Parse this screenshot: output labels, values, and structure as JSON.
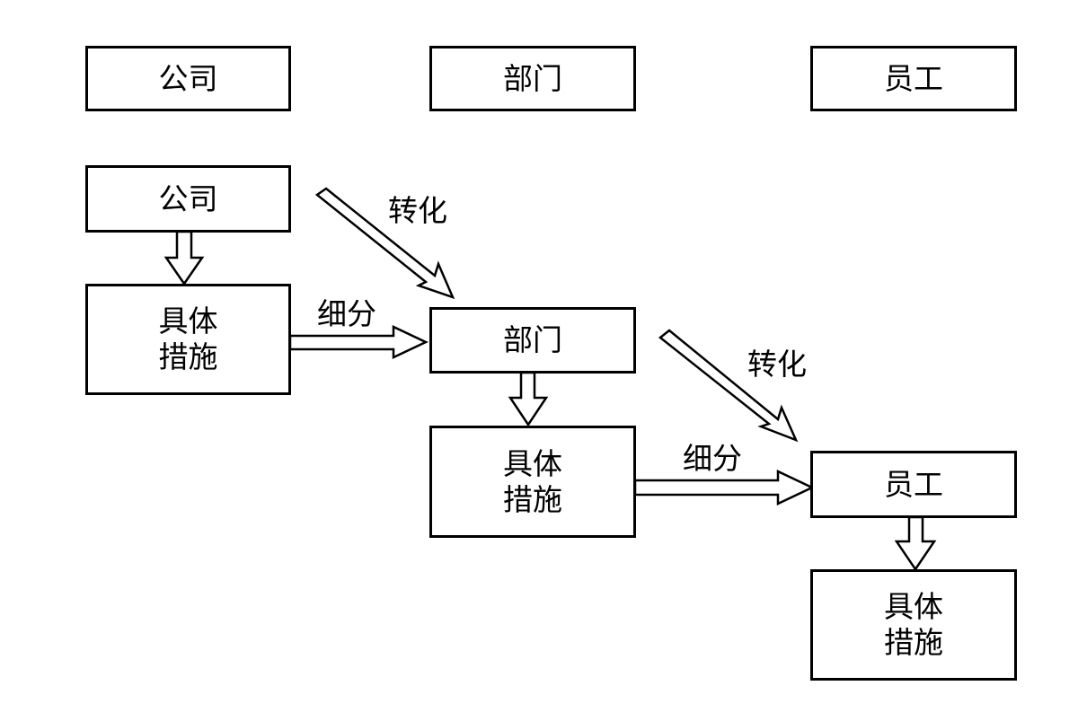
{
  "header": {
    "company": "公司",
    "department": "部门",
    "employee": "员工"
  },
  "flow": {
    "company": {
      "title": "公司",
      "measures": "具体\n措施"
    },
    "department": {
      "title": "部门",
      "measures": "具体\n措施"
    },
    "employee": {
      "title": "员工",
      "measures": "具体\n措施"
    },
    "arrows": {
      "transform_1": "转化",
      "subdivide_1": "细分",
      "transform_2": "转化",
      "subdivide_2": "细分"
    }
  },
  "colors": {
    "stroke": "#000000",
    "fill": "#ffffff"
  }
}
